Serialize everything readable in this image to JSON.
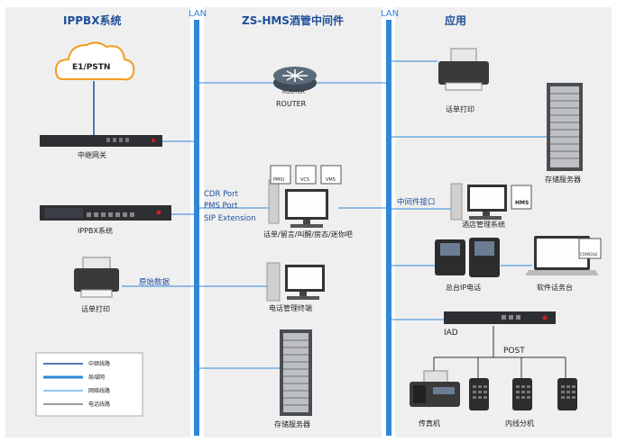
{
  "sections": {
    "left_title": "IPPBX系统",
    "mid_title": "ZS-HMS酒管中间件",
    "right_title": "应用"
  },
  "lan_left": "LAN",
  "lan_right": "LAN",
  "left": {
    "cloud": "E1/PSTN",
    "trunk_gateway": "中继网关",
    "ippbx": "IPPBX系统",
    "printer": "话单打印",
    "raw_data": "原始数据"
  },
  "middle": {
    "router_badge": "ROUTER",
    "router": "ROUTER",
    "pc_badges": [
      "PMSI",
      "VCS",
      "VMS"
    ],
    "ports": [
      "CDR Port",
      "PMS Port",
      "SIP Extension"
    ],
    "pc_main": "话单/留言/叫醒/房态/迷你吧",
    "pc_terminal": "电话管理终端",
    "storage": "存储服务器"
  },
  "right": {
    "printer": "话单打印",
    "storage": "存储服务器",
    "middleware_interface": "中间件接口",
    "hms_badge": "HMS",
    "hotel_system": "酒店管理系统",
    "ip_phone": "总台IP电话",
    "console_badge": "CONSOLE",
    "softphone": "软件话务台",
    "iad": "IAD",
    "post": "POST",
    "fax": "传真机",
    "extension": "内线分机"
  },
  "legend": [
    "中继线路",
    "局域网",
    "网络线路",
    "电话线路"
  ],
  "colors": {
    "panel": "#efefef",
    "lan_bus": "#2f88d8",
    "trunk_line": "#1e4e9a",
    "net_line": "#2f88d8",
    "phone_line": "#333333"
  }
}
